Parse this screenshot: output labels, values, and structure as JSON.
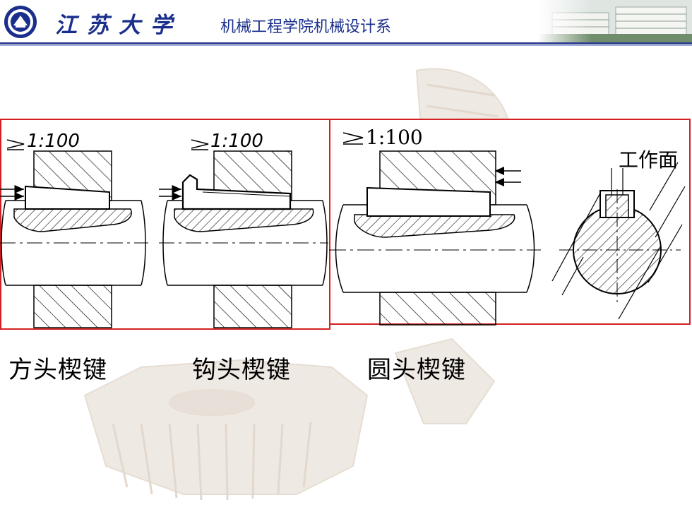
{
  "header": {
    "university": "江苏大学",
    "department": "机械工程学院机械设计系",
    "brand_color": "#1a2f8c"
  },
  "diagrams": {
    "square_taper": {
      "slope_label": "1:100"
    },
    "gib_head": {
      "slope_label": "1:100"
    },
    "round_taper": {
      "slope_label": "1:100",
      "section_label": "工作面"
    }
  },
  "captions": [
    "方头楔键",
    "钩头楔键",
    "圆头楔键"
  ],
  "frame_color": "#d42020"
}
